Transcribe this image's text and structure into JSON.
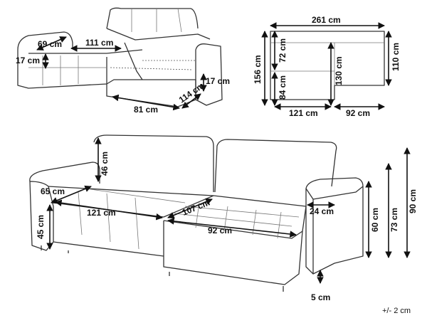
{
  "sofa_bed_view": {
    "armrest_depth": "69 cm",
    "bed_width": "111 cm",
    "seat_height_left": "17 cm",
    "storage_height": "17 cm",
    "storage_width": "81 cm",
    "storage_depth": "114 cm"
  },
  "plan_view": {
    "total_width": "261 cm",
    "total_depth": "156 cm",
    "back_depth": "72 cm",
    "seat_depth": "84 cm",
    "chaise_depth": "130 cm",
    "chaise_side": "110 cm",
    "sofa_width": "121 cm",
    "chaise_width": "92 cm"
  },
  "front_view": {
    "backrest_height": "46 cm",
    "seat_depth": "65 cm",
    "seat_width": "121 cm",
    "chaise_length": "107 cm",
    "armrest_width": "24 cm",
    "seat_height": "45 cm",
    "chaise_width": "92 cm",
    "armrest_height": "60 cm",
    "back_height": "73 cm",
    "total_height": "90 cm",
    "leg_height": "5 cm"
  },
  "tolerance": "+/- 2 cm"
}
